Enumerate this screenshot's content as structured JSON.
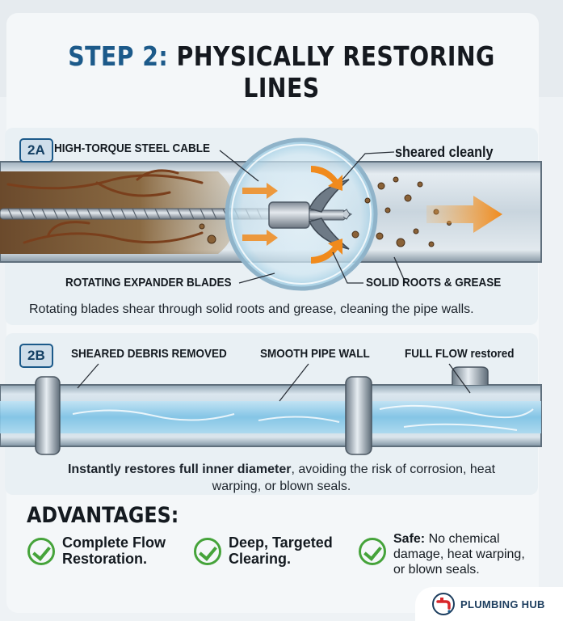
{
  "title": {
    "step": "STEP 2:",
    "rest": "PHYSICALLY RESTORING LINES"
  },
  "section_a": {
    "badge": "2A",
    "label_cable": "HIGH-TORQUE STEEL CABLE",
    "label_sheared": "sheared cleanly",
    "label_blades": "ROTATING EXPANDER BLADES",
    "label_roots": "SOLID ROOTS & GREASE",
    "caption": "Rotating blades shear through solid roots and grease, cleaning the pipe walls."
  },
  "section_b": {
    "badge": "2B",
    "label_debris": "SHEARED DEBRIS REMOVED",
    "label_wall": "SMOOTH PIPE WALL",
    "label_flow": "FULL FLOW restored",
    "caption_bold": "Instantly restores full inner diameter",
    "caption_rest": ", avoiding the risk of corrosion, heat",
    "caption_line2": "warping, or blown seals."
  },
  "advantages": {
    "title": "ADVANTAGES:",
    "items": [
      {
        "line1": "Complete Flow",
        "line2": "Restoration."
      },
      {
        "line1": "Deep, Targeted",
        "line2": "Clearing."
      },
      {
        "bold": "Safe:",
        "line1": " No chemical",
        "line2": "damage, heat warping,",
        "line3": "or blown seals."
      }
    ]
  },
  "logo": {
    "text": "PLUMBING HUB"
  },
  "colors": {
    "accent": "#1c5a8a",
    "arrow": "#f08a1c",
    "check": "#45a33a",
    "water": "#7ec3e6"
  }
}
